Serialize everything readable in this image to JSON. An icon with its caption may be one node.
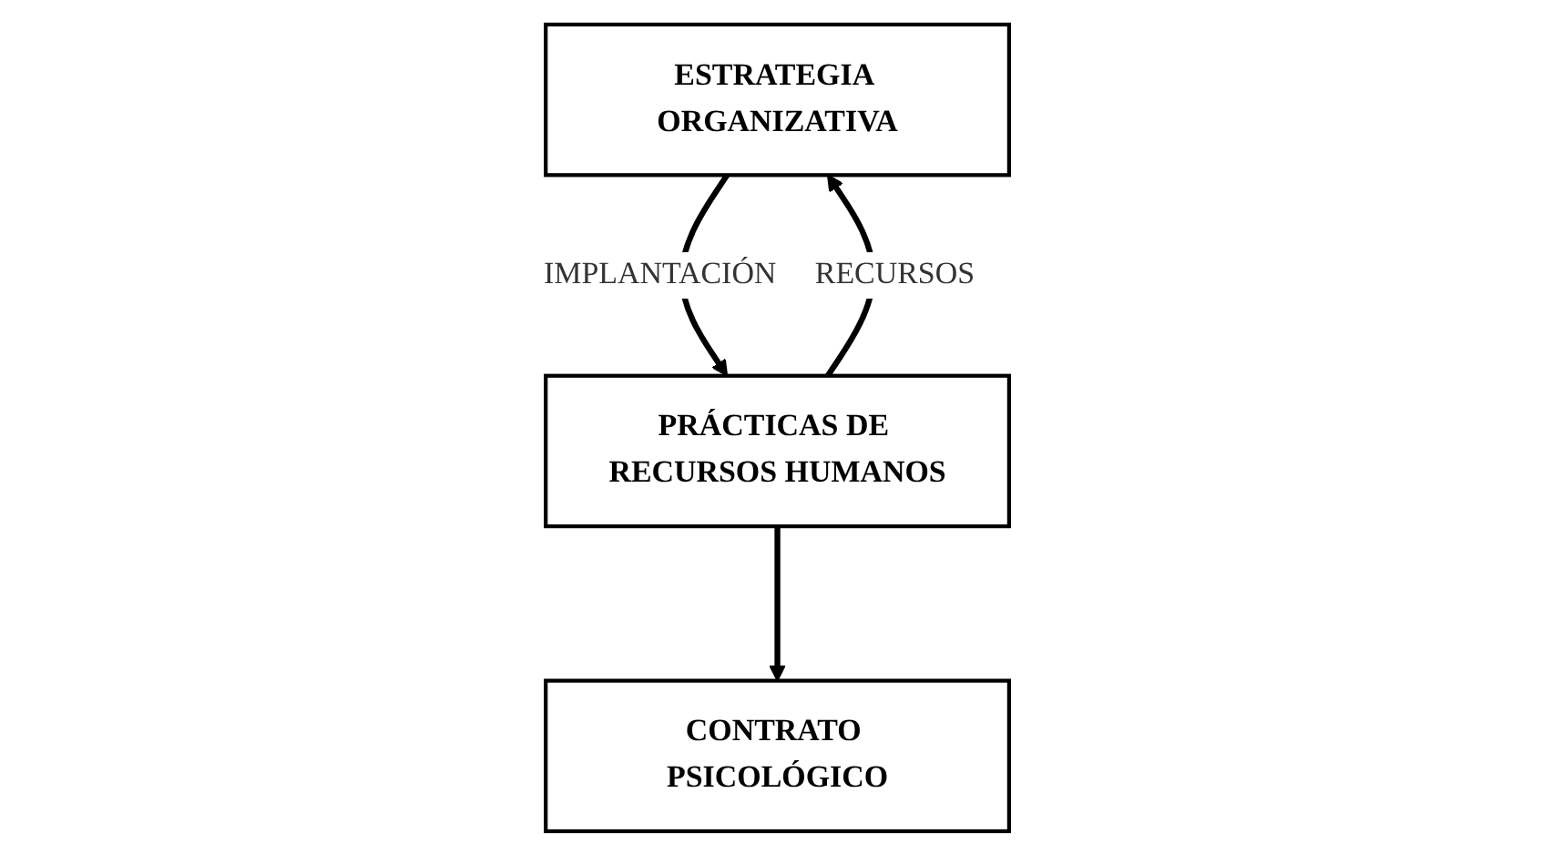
{
  "diagram": {
    "nodes": [
      {
        "text": [
          "ESTRATEGIA ORGANIZATIVA"
        ]
      },
      {
        "text": [
          "PRÁCTICAS DE RECURSOS HUMANOS"
        ]
      },
      {
        "text": [
          "CONTRATO PSICOLÓGICO"
        ]
      }
    ],
    "edges": [
      {
        "from": 0,
        "to": 1,
        "arrow": "to",
        "label": "IMPLANTACIÓN"
      },
      {
        "from": 1,
        "to": 0,
        "arrow": "to",
        "label": "RECURSOS"
      },
      {
        "from": 1,
        "to": 2,
        "arrow": "to"
      }
    ]
  }
}
